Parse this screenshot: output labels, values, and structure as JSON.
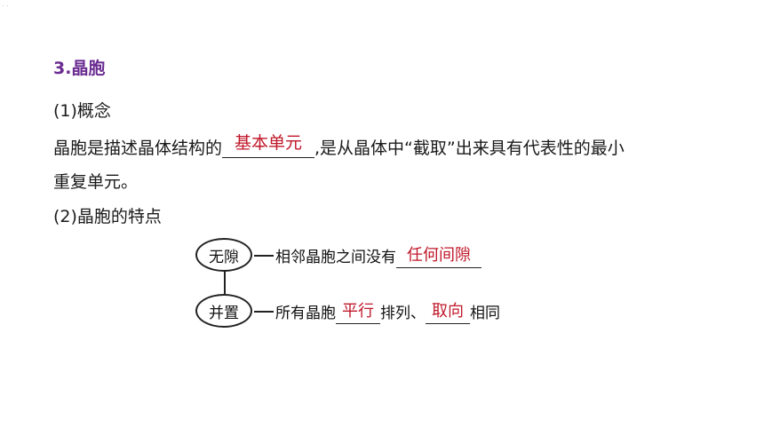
{
  "corner_mark": ". .",
  "heading": "3.晶胞",
  "concept": {
    "label": "(1)概念",
    "line1_before": "晶胞是描述晶体结构的",
    "blank1_answer": "基本单元",
    "line1_after": ",是从晶体中“截取”出来具有代表性的最小",
    "line2": "重复单元。"
  },
  "features": {
    "label": "(2)晶胞的特点",
    "diagram": {
      "node1": "无隙",
      "node1_text_before": "相邻晶胞之间没有",
      "node1_answer": "任何间隙",
      "node2": "并置",
      "node2_text_before": "所有晶胞",
      "node2_answer1": "平行",
      "node2_text_middle": "排列、",
      "node2_answer2": "取向",
      "node2_text_after": "相同"
    }
  },
  "colors": {
    "heading": "#6b2c91",
    "answer": "#c0182a"
  }
}
